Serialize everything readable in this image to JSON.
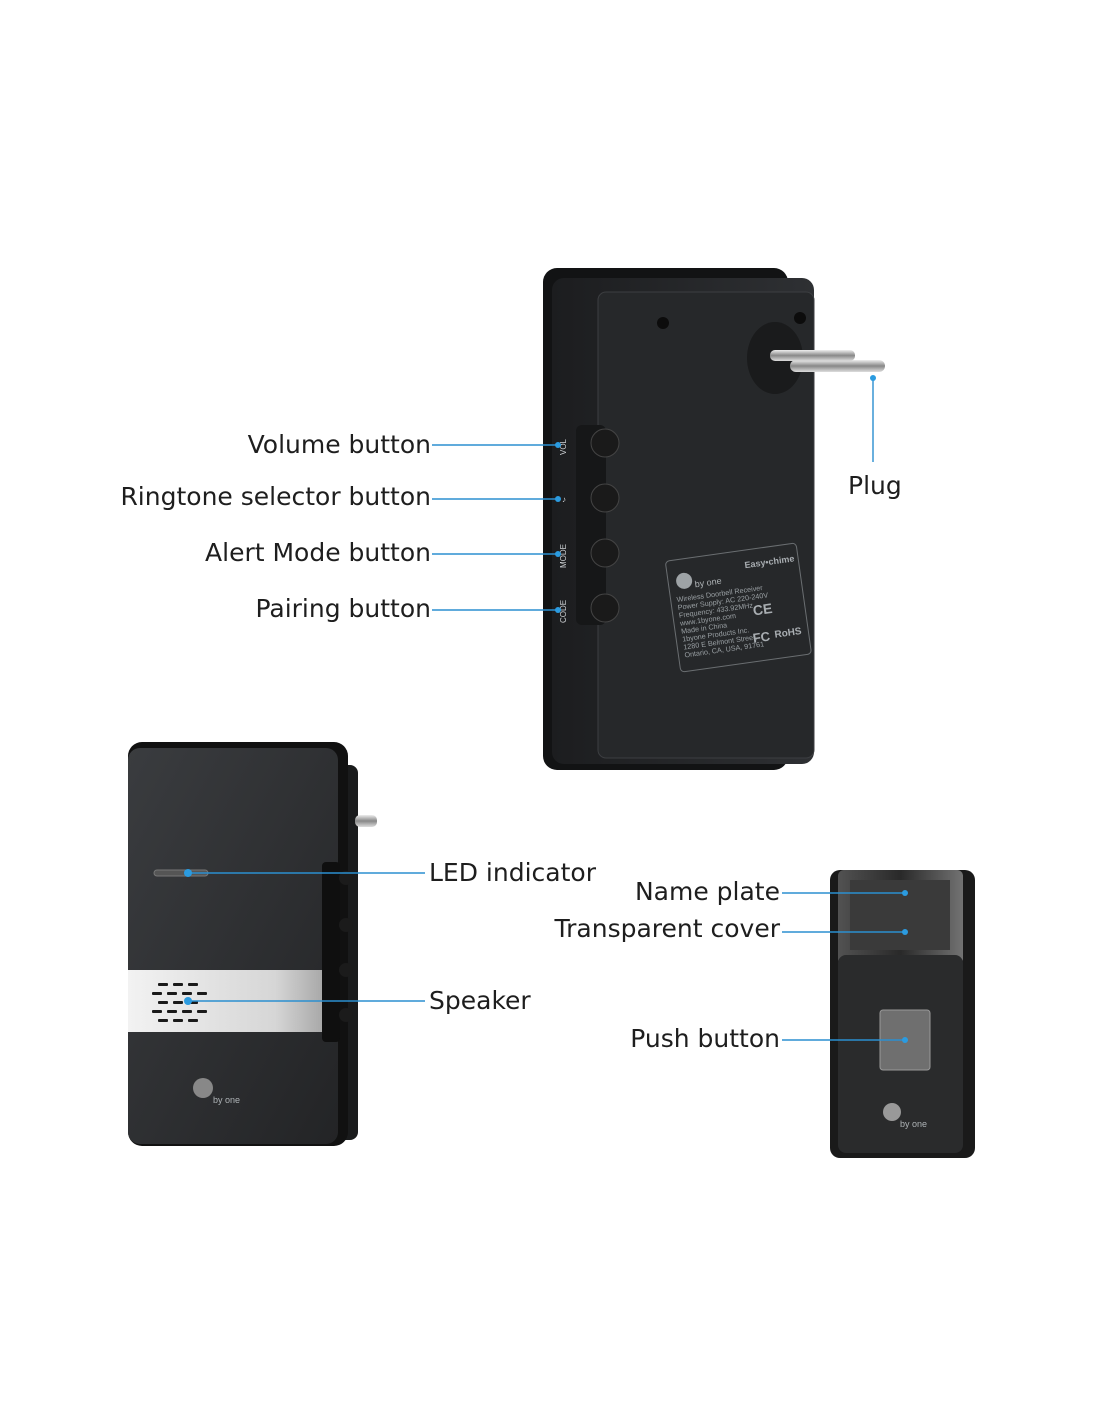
{
  "callouts": {
    "volume": "Volume button",
    "ringtone": "Ringtone selector button",
    "alert_mode": "Alert Mode button",
    "pairing": "Pairing button",
    "plug": "Plug",
    "led": "LED indicator",
    "speaker": "Speaker",
    "name_plate": "Name plate",
    "transparent_cover": "Transparent cover",
    "push_button": "Push button"
  },
  "side_labels": {
    "vol": "VOL",
    "mode": "MODE",
    "code": "CODE"
  },
  "product_label": {
    "brand": "Easy•chime",
    "logo": "by one",
    "lines": [
      "Wireless Doorbell Receiver",
      "Power Supply: AC 220-240V",
      "Frequency: 433.92MHz",
      "www.1byone.com",
      "Made in China",
      "1byone Products Inc.",
      "1280 E Belmont Street,",
      "Ontario, CA, USA, 91761"
    ],
    "marks": [
      "CE",
      "FC",
      "RoHS"
    ]
  },
  "colors": {
    "accent": "#2b9be0",
    "device": "#2a2c2e"
  }
}
